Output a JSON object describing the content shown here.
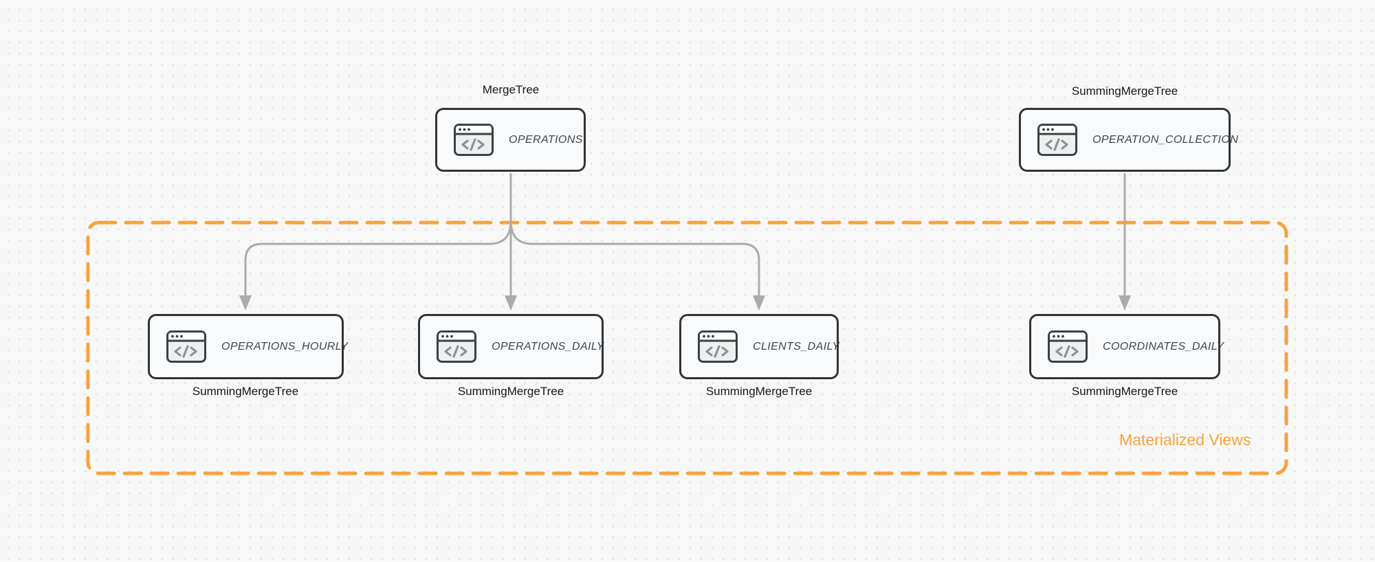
{
  "diagram": {
    "type": "database-table-relationship-diagram",
    "nodes": {
      "operations": {
        "label": "OPERATIONS",
        "engine": "MergeTree"
      },
      "operation_collection": {
        "label": "OPERATION_COLLECTION",
        "engine": "SummingMergeTree"
      },
      "operations_hourly": {
        "label": "OPERATIONS_HOURLY",
        "engine": "SummingMergeTree"
      },
      "operations_daily": {
        "label": "OPERATIONS_DAILY",
        "engine": "SummingMergeTree"
      },
      "clients_daily": {
        "label": "CLIENTS_DAILY",
        "engine": "SummingMergeTree"
      },
      "coordinates_daily": {
        "label": "COORDINATES_DAILY",
        "engine": "SummingMergeTree"
      }
    },
    "edges": [
      {
        "from": "operations",
        "to": "operations_hourly"
      },
      {
        "from": "operations",
        "to": "operations_daily"
      },
      {
        "from": "operations",
        "to": "clients_daily"
      },
      {
        "from": "operation_collection",
        "to": "coordinates_daily"
      }
    ],
    "group": {
      "label": "Materialized Views"
    },
    "colors": {
      "group_border": "#f9a23b",
      "group_label": "#f9a23b",
      "node_border": "#2f3437",
      "node_fill": "#f9fafb",
      "edge": "#a9abad",
      "node_text": "#3f4449",
      "engine_text": "#141619",
      "background": "#f8f8f8",
      "grid_dot": "#e0e1e2"
    }
  }
}
